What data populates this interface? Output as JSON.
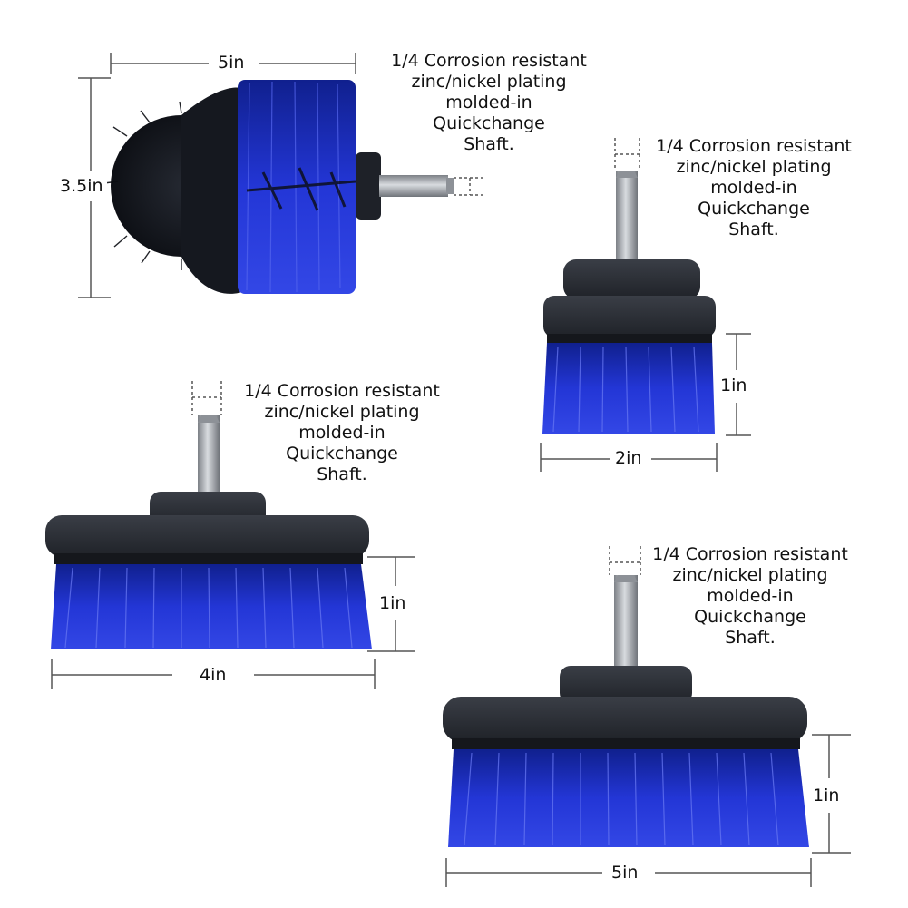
{
  "colors": {
    "bristle_blue": "#1e31c8",
    "bristle_black": "#141820",
    "base_dark": "#2b2e35",
    "shaft_steel": "#a9adb3"
  },
  "products": [
    {
      "name": "drill-brush-ball",
      "width_label": "5in",
      "height_label": "3.5in",
      "shaft_label": [
        "1/4 Corrosion resistant",
        "zinc/nickel plating",
        "molded-in",
        "Quickchange",
        "Shaft."
      ]
    },
    {
      "name": "drill-brush-small-flat",
      "width_label": "2in",
      "height_label": "1in",
      "shaft_label": [
        "1/4 Corrosion resistant",
        "zinc/nickel plating",
        "molded-in",
        "Quickchange",
        "Shaft."
      ]
    },
    {
      "name": "drill-brush-medium-flat",
      "width_label": "4in",
      "height_label": "1in",
      "shaft_label": [
        "1/4 Corrosion resistant",
        "zinc/nickel plating",
        "molded-in",
        "Quickchange",
        "Shaft."
      ]
    },
    {
      "name": "drill-brush-large-flat",
      "width_label": "5in",
      "height_label": "1in",
      "shaft_label": [
        "1/4 Corrosion resistant",
        "zinc/nickel plating",
        "molded-in",
        "Quickchange",
        "Shaft."
      ]
    }
  ]
}
